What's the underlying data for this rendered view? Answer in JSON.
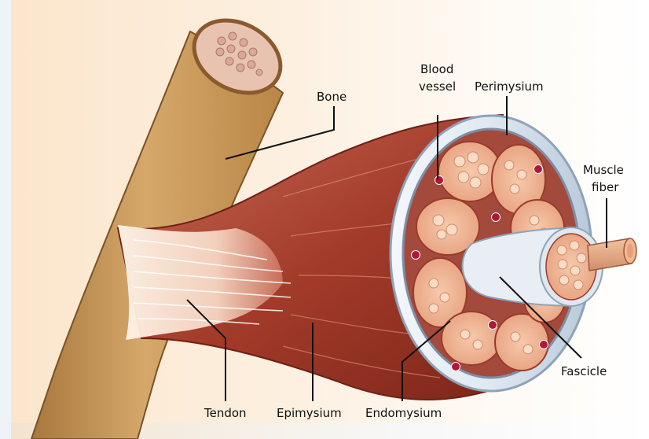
{
  "diagram": {
    "labels": {
      "bone": "Bone",
      "blood_vessel_line1": "Blood",
      "blood_vessel_line2": "vessel",
      "perimysium": "Perimysium",
      "muscle_fiber_line1": "Muscle",
      "muscle_fiber_line2": "fiber",
      "fascicle": "Fascicle",
      "tendon": "Tendon",
      "epimysium": "Epimysium",
      "endomysium": "Endomysium"
    },
    "colors": {
      "bone": "#c99a5a",
      "muscle": "#a8412f",
      "fascicle": "#f2b896",
      "membrane": "#a9b8c9",
      "vessel": "#b0183a"
    }
  }
}
